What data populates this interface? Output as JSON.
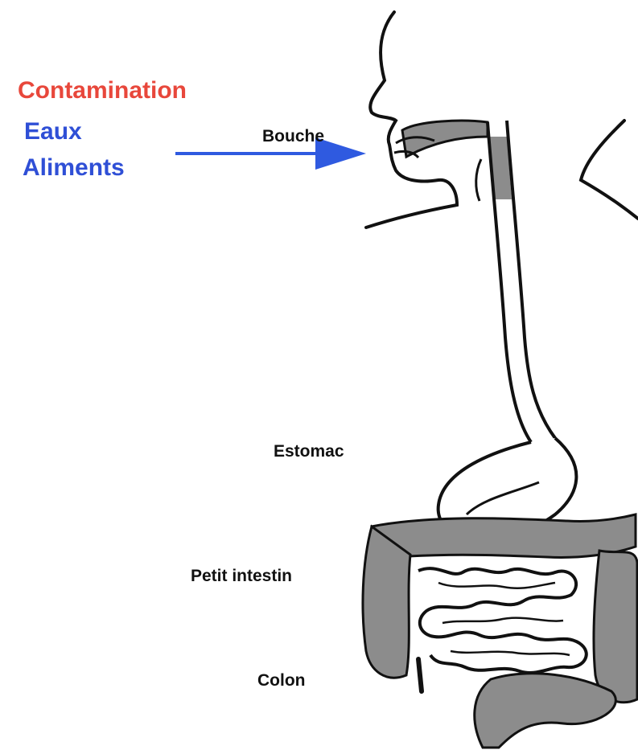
{
  "source": {
    "title": "Contamination",
    "routes": [
      "Eaux",
      "Aliments"
    ]
  },
  "labels": {
    "mouth": "Bouche",
    "stomach": "Estomac",
    "small_intestine": "Petit intestin",
    "colon": "Colon"
  },
  "colors": {
    "title": "#e8473b",
    "routes": "#2f4fd6",
    "arrow": "#2f5ae0",
    "organ_fill": "#8c8c8c",
    "outline": "#111111"
  },
  "icons": {
    "arrow": "arrow-right-icon",
    "figure": "digestive-system-figure"
  }
}
